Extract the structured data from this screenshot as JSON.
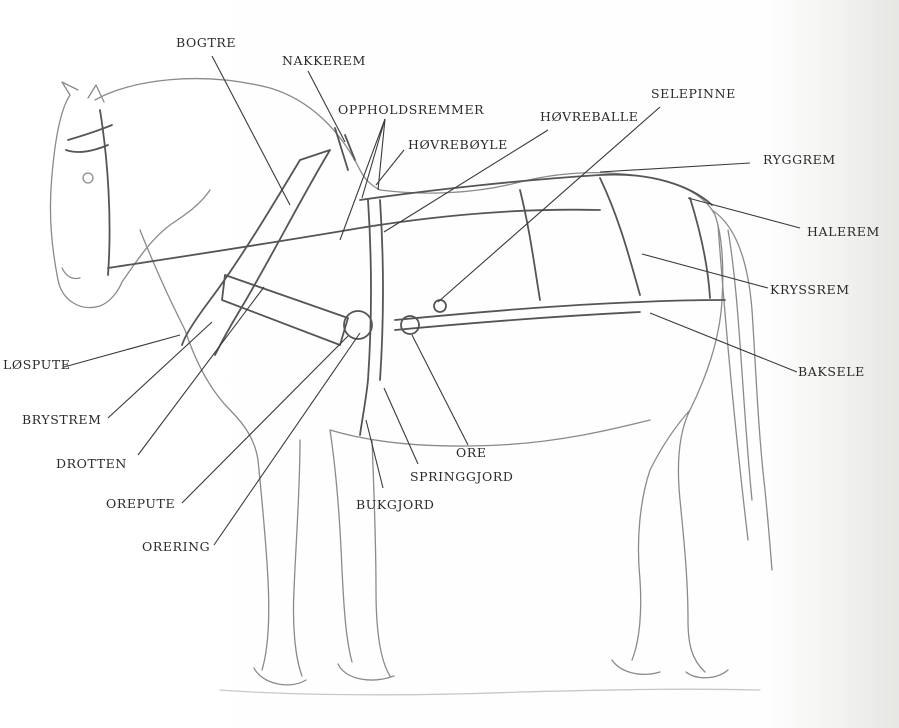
{
  "labels": {
    "bogtre": "BOGTRE",
    "nakkerem": "NAKKEREM",
    "oppholdsremmer": "OPPHOLDSREMMER",
    "hovreboyle": "HØVREBØYLE",
    "hovreballe": "HØVREBALLE",
    "selepinne": "SELEPINNE",
    "ryggrem": "RYGGREM",
    "halerem": "HALEREM",
    "kryssrem": "KRYSSREM",
    "baksele": "BAKSELE",
    "losput": "LØSPUTE",
    "brystrem": "BRYSTREM",
    "drotten": "DROTTEN",
    "orepute": "OREPUTE",
    "orering": "ORERING",
    "bukgjord": "BUKGJORD",
    "springgjord": "SPRINGGJORD",
    "ore": "ORE"
  },
  "colors": {
    "line": "#3a3a3a",
    "sketch": "#8a8a8a",
    "text": "#2a2a2a"
  }
}
